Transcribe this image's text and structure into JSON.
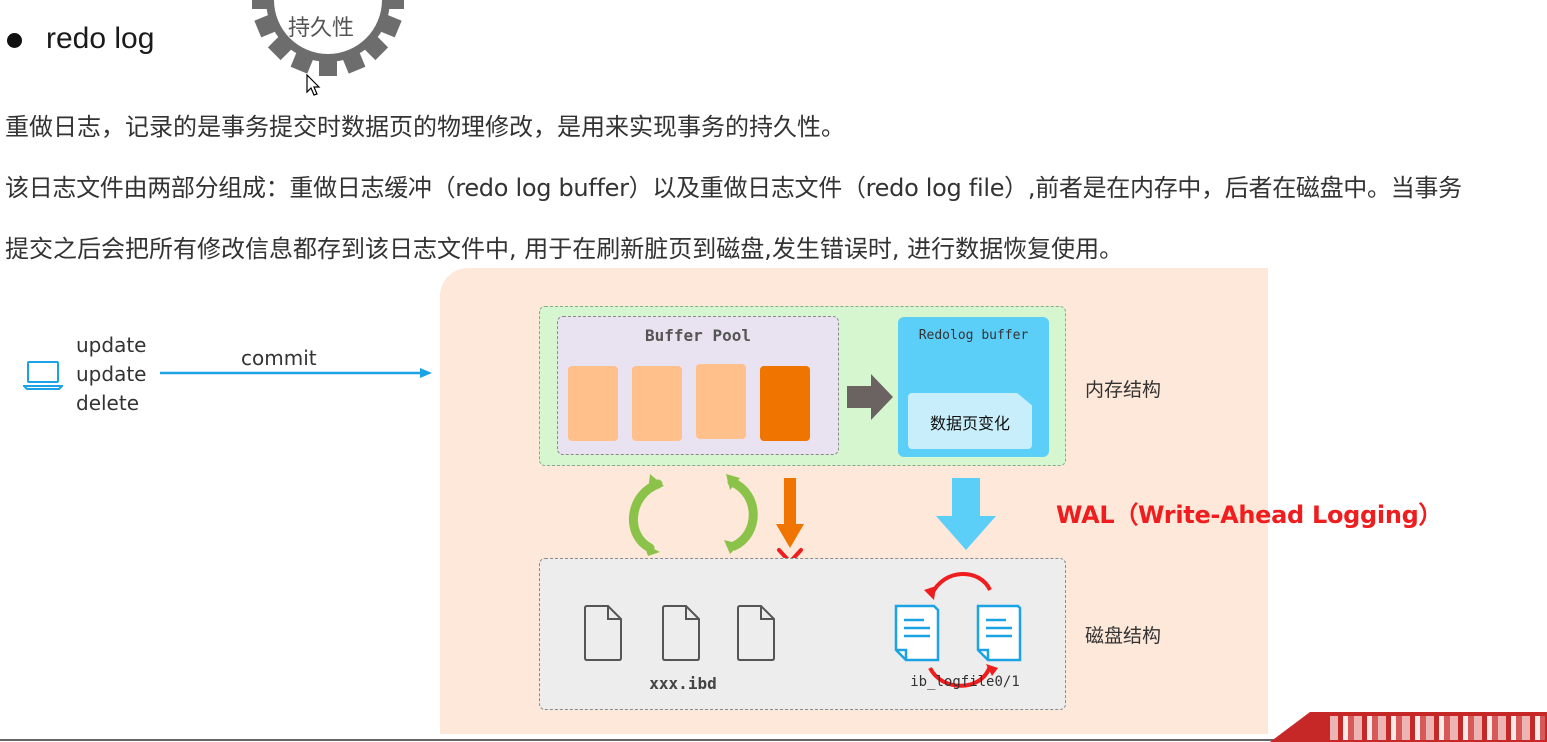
{
  "heading": {
    "text": "redo log"
  },
  "badge": {
    "label": "持久性"
  },
  "paragraphs": [
    "重做日志，记录的是事务提交时数据页的物理修改，是用来实现事务的持久性。",
    "该日志文件由两部分组成：重做日志缓冲（redo log buffer）以及重做日志文件（redo log file）,前者是在内存中，后者在磁盘中。当事务",
    "提交之后会把所有修改信息都存到该日志文件中, 用于在刷新脏页到磁盘,发生错误时, 进行数据恢复使用。"
  ],
  "client": {
    "operations": [
      "update",
      "update",
      "delete"
    ],
    "commit_label": "commit"
  },
  "memory": {
    "label": "内存结构",
    "buffer_pool": {
      "title": "Buffer Pool"
    },
    "redolog_buffer": {
      "title": "Redolog buffer",
      "content": "数据页变化"
    }
  },
  "disk": {
    "label": "磁盘结构",
    "data_files_label": "xxx.ibd",
    "log_files_label": "ib_logfile0/1"
  },
  "wal_label": "WAL（Write-Ahead Logging）",
  "colors": {
    "accent_red": "#ef1d1d",
    "redolog_blue": "#5ccff9",
    "page_peach": "#ffc08c",
    "page_dirty": "#f07500",
    "green_arrow": "#8bc34a",
    "commit_blue": "#1ba3e6"
  }
}
